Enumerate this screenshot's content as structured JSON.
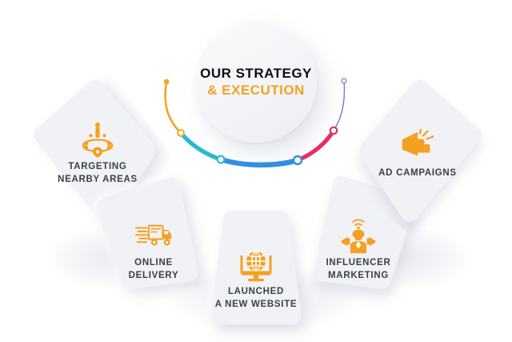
{
  "hub": {
    "title_line1": "OUR STRATEGY",
    "title_line2": "& EXECUTION"
  },
  "colors": {
    "icon_orange": "#f5a020",
    "title_dark": "#0d0d12",
    "label_dark": "#3a4049",
    "card_face": "#f1f2f6",
    "background": "#ffffff",
    "arc_amber": "#f0a62c",
    "arc_cyan": "#2cb9d8",
    "arc_blue": "#2e8fe0",
    "arc_crimson": "#e8records"
  },
  "arc": {
    "segments": [
      {
        "name": "amber-segment",
        "color": "#f0a62c"
      },
      {
        "name": "cyan-segment",
        "color": "#2cb9d8"
      },
      {
        "name": "blue-segment",
        "color": "#2e8fe0"
      },
      {
        "name": "crimson-segment",
        "color": "#e62e62"
      },
      {
        "name": "purple-segment",
        "color": "#8f79c9"
      }
    ],
    "nodes": [
      {
        "name": "node-start-amber",
        "color": "#f0a62c",
        "style": "filled"
      },
      {
        "name": "node-amber-cyan",
        "color": "#f0a62c",
        "style": "hollow"
      },
      {
        "name": "node-cyan-blue",
        "color": "#2cb9d8",
        "style": "hollow"
      },
      {
        "name": "node-blue-crimson",
        "color": "#2e8fe0",
        "style": "hollow"
      },
      {
        "name": "node-crimson-purple",
        "color": "#e62e62",
        "style": "hollow"
      },
      {
        "name": "node-end-purple",
        "color": "#8f79c9",
        "style": "hollow"
      }
    ]
  },
  "petals": [
    {
      "id": "targeting-nearby-areas",
      "label": "TARGETING\nNEARBY AREAS",
      "icon_name": "people-location-radar-icon"
    },
    {
      "id": "online-delivery",
      "label": "ONLINE\nDELIVERY",
      "icon_name": "delivery-truck-icon"
    },
    {
      "id": "launched-a-new-website",
      "label": "LAUNCHED\nA NEW WEBSITE",
      "icon_name": "monitor-globe-icon"
    },
    {
      "id": "influencer-marketing",
      "label": "INFLUENCER\nMARKETING",
      "icon_name": "influencer-megaphone-person-icon"
    },
    {
      "id": "ad-campaigns",
      "label": "AD CAMPAIGNS",
      "icon_name": "megaphone-icon"
    }
  ]
}
